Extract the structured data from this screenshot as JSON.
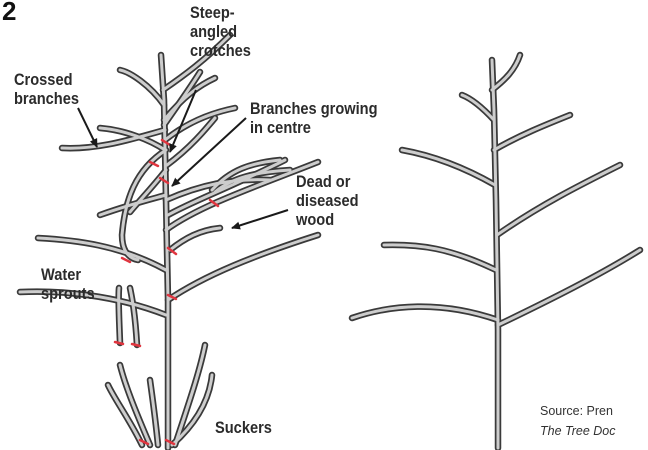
{
  "figure_number": "2",
  "labels": {
    "steep": "Steep-\nangled\ncrotches",
    "crossed": "Crossed\nbranches",
    "centre": "Branches growing\nin centre",
    "dead": "Dead or\ndiseased\nwood",
    "water": "Water\nsprouts",
    "suckers": "Suckers"
  },
  "source": {
    "prefix": "Source: Pren",
    "title": "The Tree Doc"
  },
  "colors": {
    "bark_outline": "#3a3a3a",
    "bark_fill": "#cdcdcd",
    "cut_mark": "#e0353f",
    "arrow": "#1a1a1a",
    "label_text": "#2b2b2b"
  }
}
